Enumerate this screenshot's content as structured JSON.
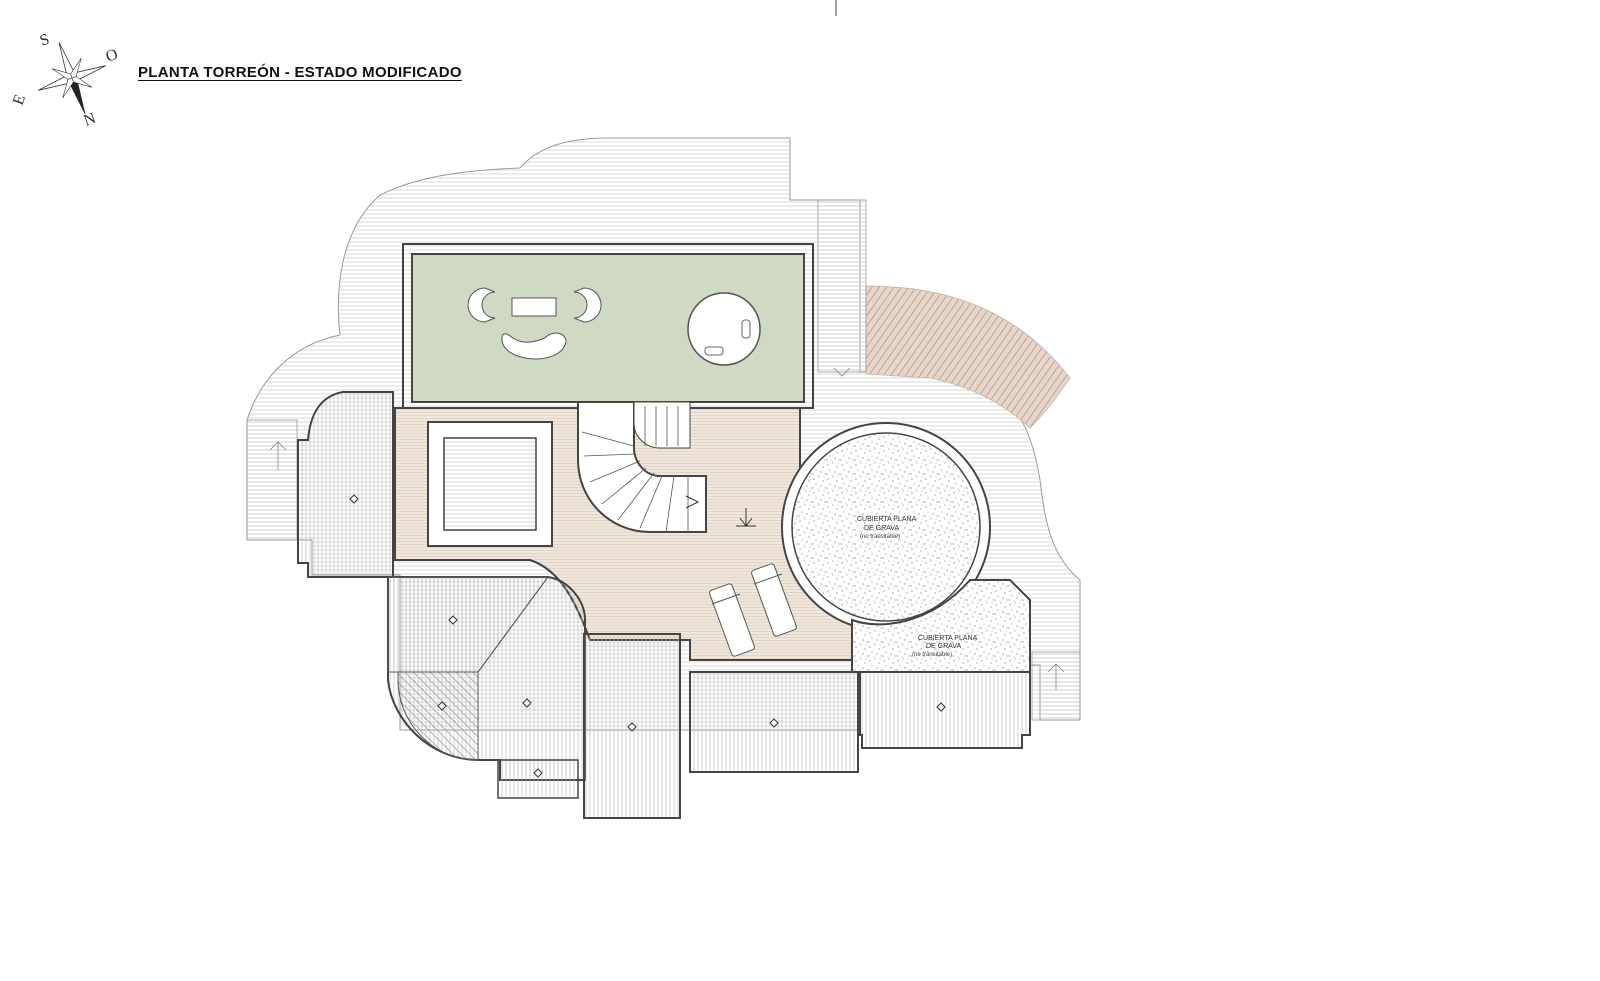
{
  "drawing": {
    "title": "PLANTA TORREÓN - ESTADO MODIFICADO"
  },
  "compass": {
    "north": "N",
    "south": "S",
    "east": "E",
    "west": "O"
  },
  "labels": {
    "gravel_round_line1": "CUBIERTA PLANA",
    "gravel_round_line2": "DE GRAVA",
    "gravel_round_line3": "(no transitable)",
    "gravel_rect_line1": "CUBIERTA PLANA",
    "gravel_rect_line2": "DE GRAVA",
    "gravel_rect_line3": "(no transitable)"
  },
  "colors": {
    "terrace_green": "#cfd9c3",
    "timber_deck": "#efe6dc",
    "sloped_roof_brown": "#d9c2b3",
    "line_dark": "#444444",
    "hatch_light": "#c9c9c9"
  }
}
